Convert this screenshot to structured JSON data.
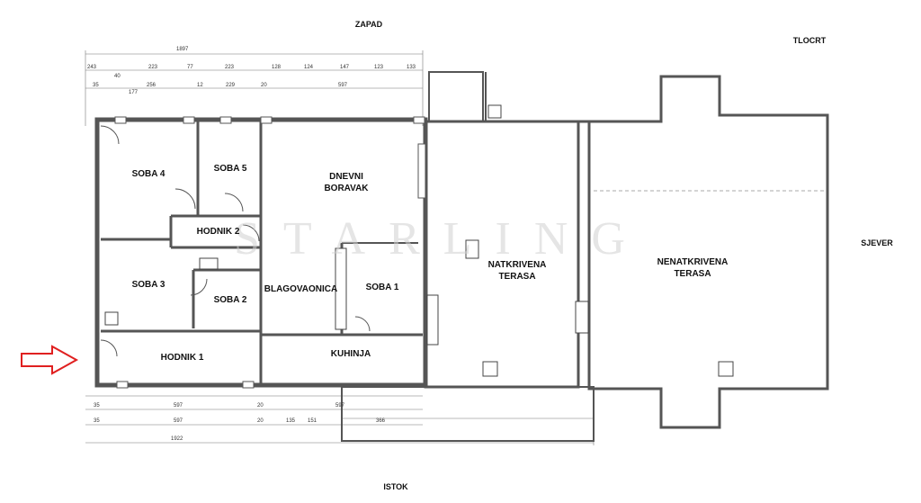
{
  "compass": {
    "west": "ZAPAD",
    "east": "ISTOK",
    "north": "SJEVER"
  },
  "title": "TLOCRT",
  "watermark": "STARLING",
  "rooms": {
    "soba4": "SOBA 4",
    "soba5": "SOBA 5",
    "dnevni": "DNEVNI\nBORAVAK",
    "hodnik2": "HODNIK 2",
    "soba3": "SOBA 3",
    "soba2": "SOBA 2",
    "blagovaonica": "BLAGOVAONICA",
    "soba1": "SOBA 1",
    "hodnik1": "HODNIK 1",
    "kuhinja": "KUHINJA",
    "natkrivena": "NATKRIVENA\nTERASA",
    "nenatkrivena": "NENATKRIVENA\nTERASA"
  },
  "dimensions": {
    "top_total": "1897",
    "top_row1": [
      "243",
      "223",
      "77",
      "223",
      "128",
      "124",
      "147",
      "123",
      "133"
    ],
    "top_row2": [
      "35",
      "256",
      "12",
      "229",
      "20",
      "597"
    ],
    "left_side": [
      "40",
      "177"
    ],
    "bottom_row1": [
      "35",
      "597",
      "20",
      "597"
    ],
    "bottom_row2": [
      "35",
      "597",
      "20",
      "135",
      "151",
      "366"
    ],
    "bottom_total": "1922"
  },
  "colors": {
    "walls": "#555555",
    "arrow": "#e02020"
  }
}
